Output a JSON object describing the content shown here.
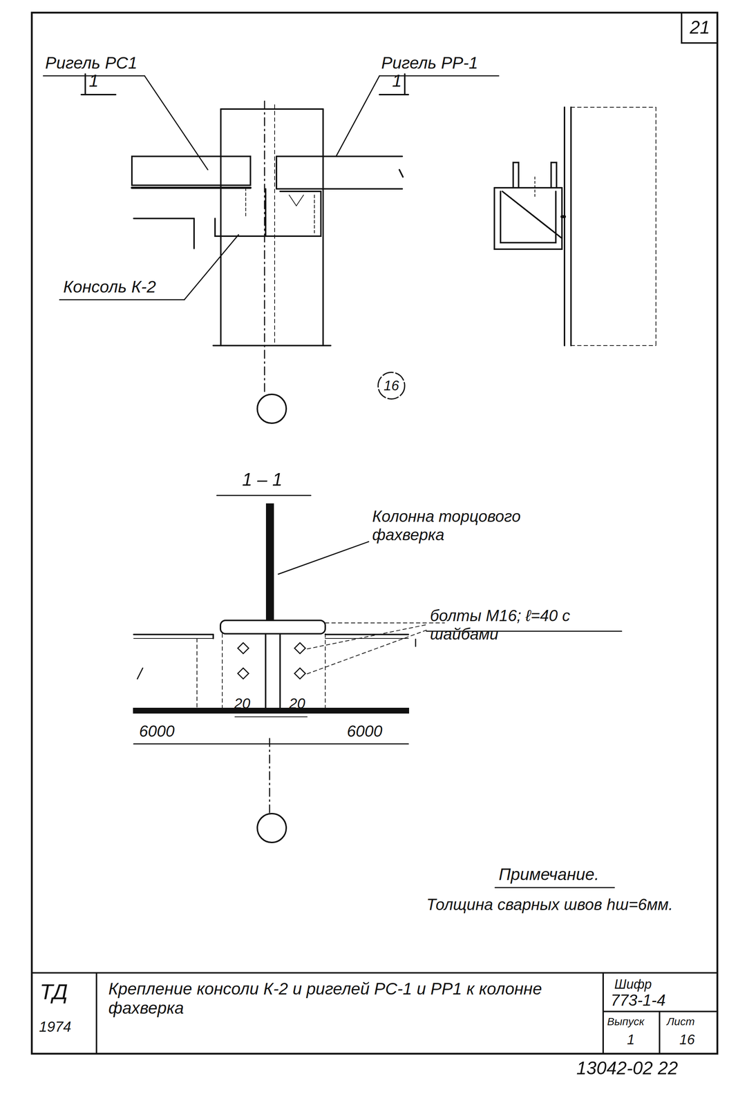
{
  "diagram": {
    "title": "Крепление консоли К-2 и ригелей РС-1 и РР1 к колонне фахверка",
    "nodes": [
      {
        "text": [
          "21"
        ]
      },
      {
        "text": [
          "16"
        ]
      }
    ],
    "labels": [
      "1",
      "1",
      "Ригель РС1",
      "Ригель РР-1",
      "Консоль К-2",
      "1 – 1",
      "Колонна торцового фахверка",
      "болты М16; ℓ=40 с шайбами",
      "20",
      "20",
      "6000",
      "6000",
      "Примечание.",
      "Толщина сварных швов hш=6мм.",
      "ТД",
      "1974",
      "Шифр",
      "773-1-4",
      "Выпуск",
      "1",
      "Лист",
      "16",
      "13042-02 22"
    ]
  }
}
